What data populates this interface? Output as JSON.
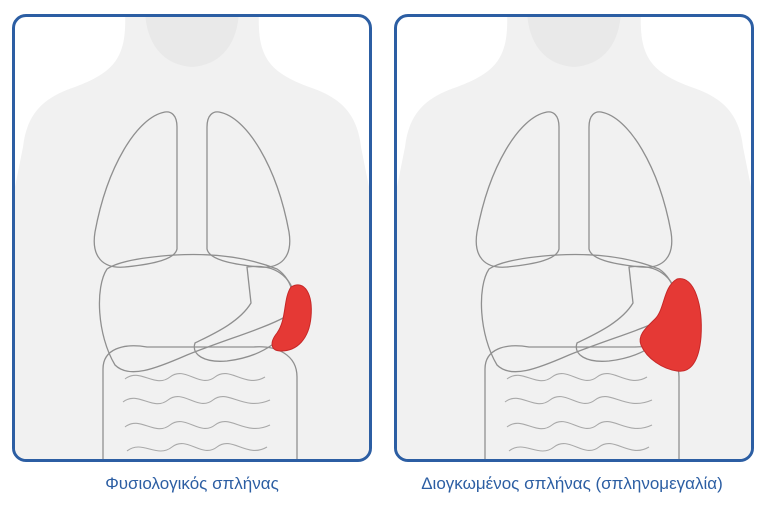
{
  "panels": [
    {
      "caption": "Φυσιολογικός σπλήνας",
      "spleen": {
        "state": "normal",
        "color": "#e53935"
      }
    },
    {
      "caption": "Διογκωμένος σπλήνας (σπληνομεγαλία)",
      "spleen": {
        "state": "enlarged",
        "color": "#e53935"
      }
    }
  ],
  "colors": {
    "frame": "#2c5ea3",
    "caption": "#2c5ea3",
    "body_fill": "#f1f1f1",
    "organ_outline": "#8f8f8f"
  }
}
